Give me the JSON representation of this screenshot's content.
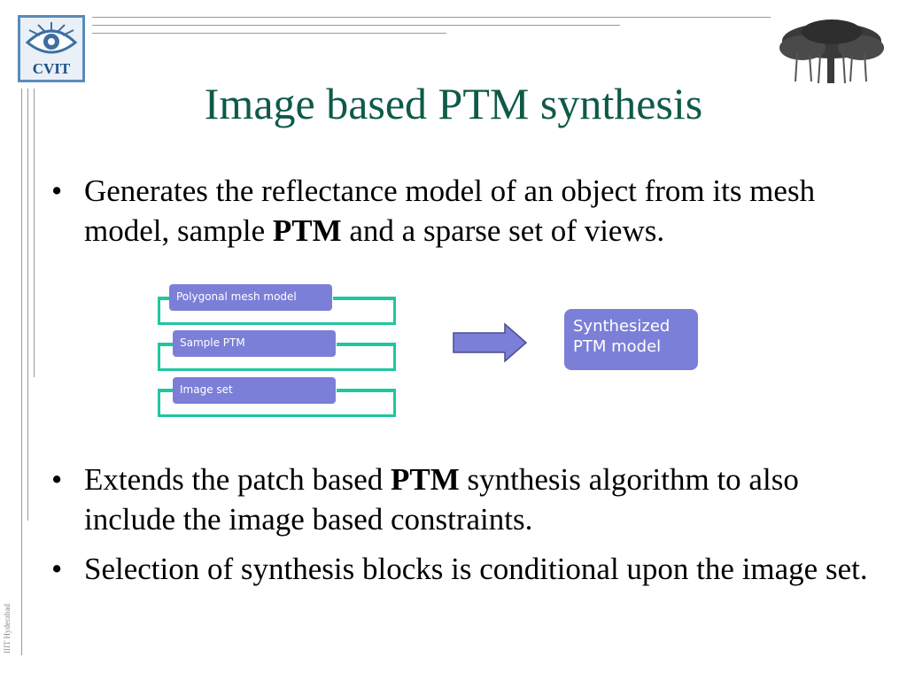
{
  "logo": {
    "text": "CVIT"
  },
  "slide": {
    "title": "Image based PTM synthesis",
    "bullets": [
      {
        "before": "Generates the reflectance model of an object from its mesh model, sample ",
        "bold": "PTM",
        "after": " and a sparse set of views."
      },
      {
        "before": "Extends the patch based ",
        "bold": "PTM",
        "after": " synthesis algorithm to also include the image based constraints."
      },
      {
        "before": "Selection of synthesis blocks is conditional upon the image set.",
        "bold": "",
        "after": ""
      }
    ],
    "bullet_char": "•"
  },
  "diagram": {
    "inputs": [
      "Polygonal mesh model",
      "Sample PTM",
      "Image set"
    ],
    "output": [
      "Synthesized",
      "PTM model"
    ]
  },
  "footer": {
    "watermark": "IIIT Hyderabad"
  },
  "colors": {
    "title": "#0e5a47",
    "pill": "#7b7fd8",
    "bracket": "#1fc6a0",
    "logo_border": "#5a8bb8"
  }
}
